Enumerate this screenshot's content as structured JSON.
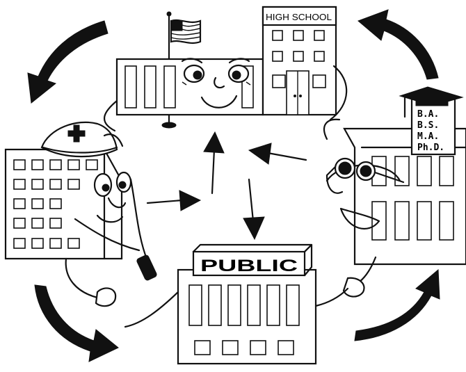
{
  "high_school_sign": "HIGH SCHOOL",
  "public_sign": "PUBLIC",
  "degrees": [
    "B.A.",
    "B.S.",
    "M.A.",
    "Ph.D."
  ]
}
